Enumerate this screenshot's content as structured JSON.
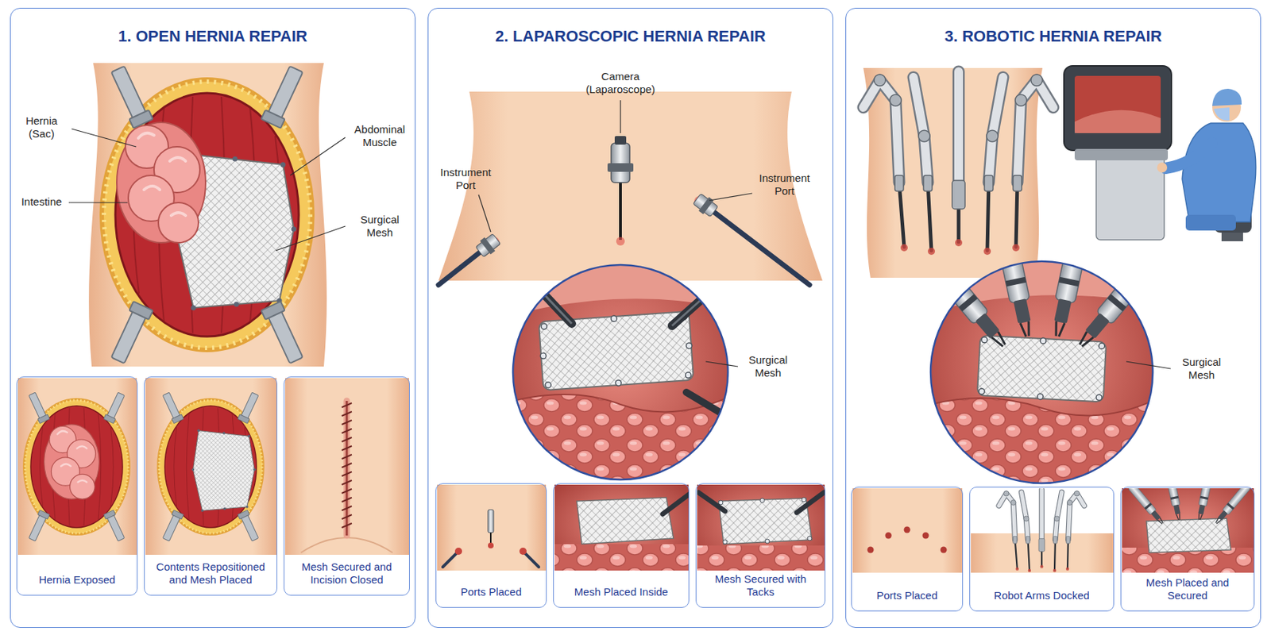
{
  "diagram": {
    "nodes": [
      {
        "text": [
          "1. OPEN HERNIA REPAIR"
        ]
      },
      {
        "text": [
          "Hernia Exposed"
        ],
        "in": 0
      },
      {
        "text": [
          "Contents Repositioned and Mesh Placed"
        ],
        "in": 0
      },
      {
        "text": [
          "Mesh Secured and Incision Closed"
        ],
        "in": 0
      },
      {
        "text": [
          "2. LAPAROSCOPIC HERNIA REPAIR"
        ]
      },
      {
        "text": [
          "Ports Placed"
        ],
        "in": 4
      },
      {
        "text": [
          "Mesh Placed Inside"
        ],
        "in": 4
      },
      {
        "text": [
          "Mesh Secured with Tacks"
        ],
        "in": 4
      },
      {
        "text": [
          "3. ROBOTIC HERNIA REPAIR"
        ]
      },
      {
        "text": [
          "Ports Placed"
        ],
        "in": 8
      },
      {
        "text": [
          "Robot Arms Docked"
        ],
        "in": 8
      },
      {
        "text": [
          "Mesh Placed and Secured"
        ],
        "in": 8
      }
    ],
    "labels": [
      "Hernia (Sac)",
      "Intestine",
      "Abdominal Muscle",
      "Surgical Mesh",
      "Camera (Laparoscope)",
      "Instrument Port",
      "Instrument Port",
      "Surgical Mesh",
      "Surgical Mesh"
    ]
  }
}
